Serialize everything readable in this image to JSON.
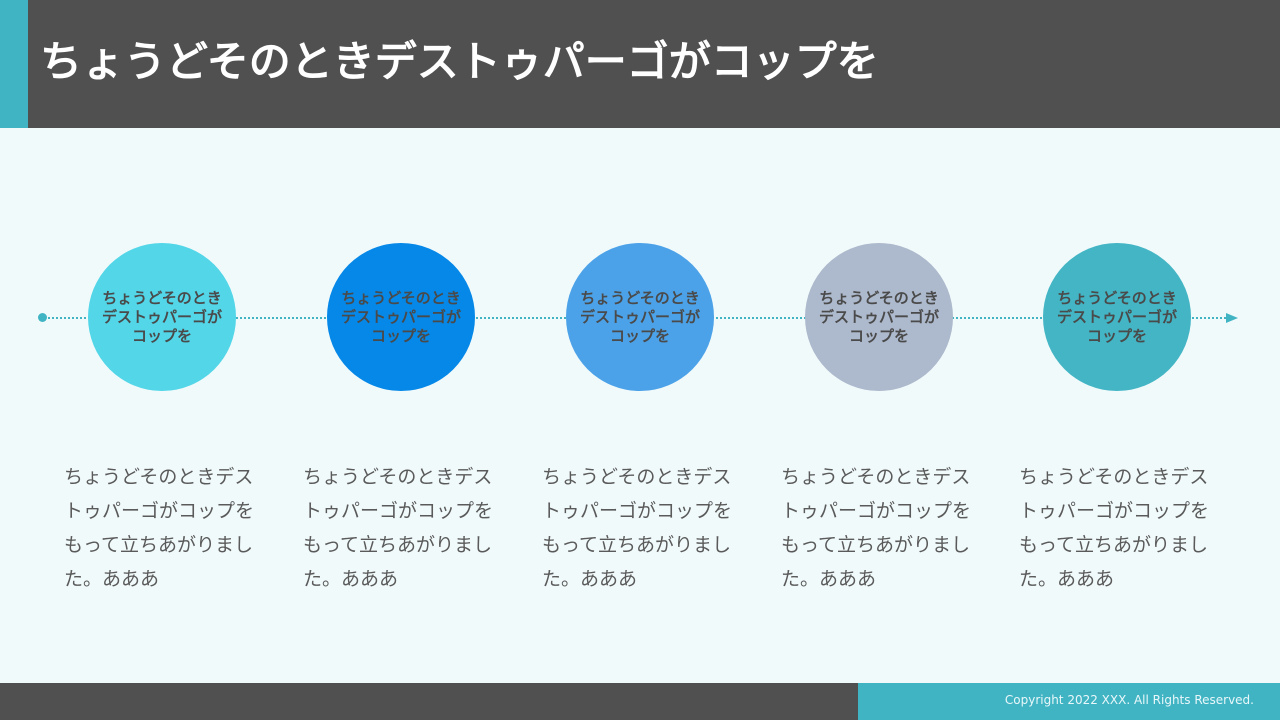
{
  "header": {
    "title": "ちょうどそのときデストゥパーゴがコップを"
  },
  "steps": [
    {
      "label": "ちょうどそのときデストゥパーゴがコップを",
      "description": "ちょうどそのときデストゥパーゴがコップをもって立ちあがりました。あああ",
      "color": "#52d6e8"
    },
    {
      "label": "ちょうどそのときデストゥパーゴがコップを",
      "description": "ちょうどそのときデストゥパーゴがコップをもって立ちあがりました。あああ",
      "color": "#0688e8"
    },
    {
      "label": "ちょうどそのときデストゥパーゴがコップを",
      "description": "ちょうどそのときデストゥパーゴがコップをもって立ちあがりました。あああ",
      "color": "#4ca2e8"
    },
    {
      "label": "ちょうどそのときデストゥパーゴがコップを",
      "description": "ちょうどそのときデストゥパーゴがコップをもって立ちあがりました。あああ",
      "color": "#adb9cc"
    },
    {
      "label": "ちょうどそのときデストゥパーゴがコップを",
      "description": "ちょうどそのときデストゥパーゴがコップをもって立ちあがりました。あああ",
      "color": "#43b5c4"
    }
  ],
  "footer": {
    "copyright": "Copyright 2022 XXX. All Rights Reserved."
  },
  "colors": {
    "header_bg": "#505050",
    "accent": "#41b4c4",
    "page_bg": "#f1fafb"
  }
}
